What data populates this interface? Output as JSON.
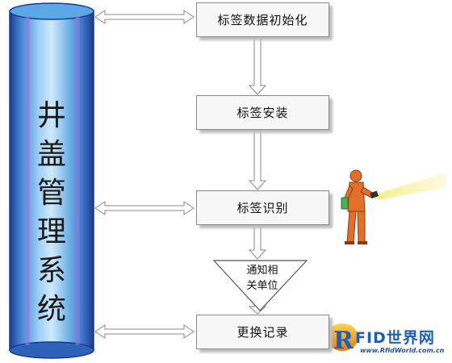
{
  "system": {
    "title_chars": [
      "井",
      "盖",
      "管",
      "理",
      "系",
      "统"
    ]
  },
  "steps": {
    "init": "标签数据初始化",
    "install": "标签安装",
    "identify": "标签识别",
    "replace": "更换记录"
  },
  "decision": {
    "line1": "通知相",
    "line2": "关单位"
  },
  "logo": {
    "main": "FID世界网",
    "url": "www.RfidWorld.com.cn"
  },
  "colors": {
    "pillar_core": "#5aa8e6",
    "pillar_edge": "#1d3a8a",
    "pillar_stripe": "#8a7fe0",
    "arrow_gray": "#9a9a9a",
    "worker_orange": "#e2702a",
    "scanner_green": "#4caf50",
    "beam_yellow": "#f2ec7a",
    "logo_blue": "#1f5fb5"
  }
}
